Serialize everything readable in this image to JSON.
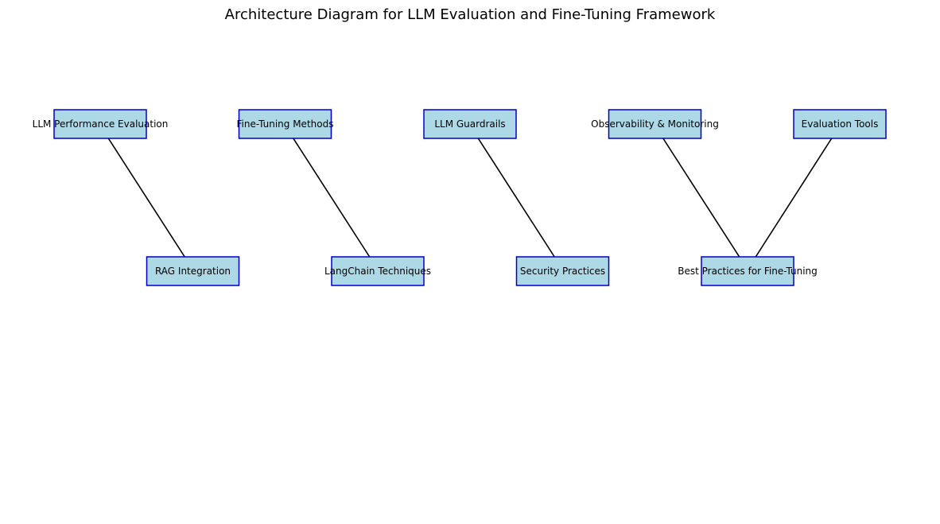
{
  "title": "Architecture Diagram for LLM Evaluation and Fine-Tuning Framework",
  "colors": {
    "node_fill": "#add8e6",
    "node_stroke": "#0000cc",
    "edge": "#000000"
  },
  "nodes": [
    {
      "id": "llm-performance-evaluation",
      "label": "LLM Performance Evaluation",
      "row": 0,
      "col": 0
    },
    {
      "id": "fine-tuning-methods",
      "label": "Fine-Tuning Methods",
      "row": 0,
      "col": 1
    },
    {
      "id": "llm-guardrails",
      "label": "LLM Guardrails",
      "row": 0,
      "col": 2
    },
    {
      "id": "observability-monitoring",
      "label": "Observability & Monitoring",
      "row": 0,
      "col": 3
    },
    {
      "id": "evaluation-tools",
      "label": "Evaluation Tools",
      "row": 0,
      "col": 4
    },
    {
      "id": "rag-integration",
      "label": "RAG Integration",
      "row": 1,
      "col": 0
    },
    {
      "id": "langchain-techniques",
      "label": "LangChain Techniques",
      "row": 1,
      "col": 1
    },
    {
      "id": "security-practices",
      "label": "Security Practices",
      "row": 1,
      "col": 2
    },
    {
      "id": "best-practices-fine-tuning",
      "label": "Best Practices for Fine-Tuning",
      "row": 1,
      "col": 3
    }
  ],
  "edges": [
    {
      "from": "llm-performance-evaluation",
      "to": "rag-integration"
    },
    {
      "from": "fine-tuning-methods",
      "to": "langchain-techniques"
    },
    {
      "from": "llm-guardrails",
      "to": "security-practices"
    },
    {
      "from": "observability-monitoring",
      "to": "best-practices-fine-tuning"
    },
    {
      "from": "evaluation-tools",
      "to": "best-practices-fine-tuning"
    }
  ]
}
